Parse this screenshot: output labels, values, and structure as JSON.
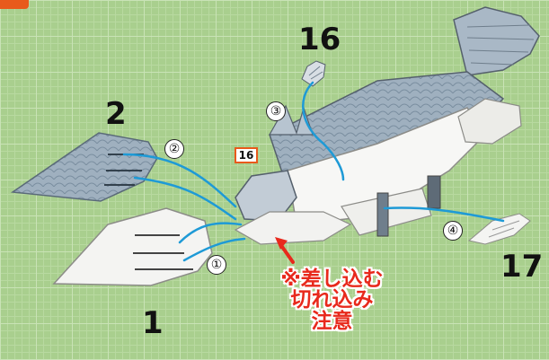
{
  "parts": {
    "p1": "1",
    "p2": "2",
    "p16": "16",
    "p17": "17"
  },
  "steps": {
    "s1": "①",
    "s2": "②",
    "s3": "③",
    "s4": "④"
  },
  "part_tag": "16",
  "note": {
    "line1": "※差し込む",
    "line2": "切れ込み",
    "line3": "注意"
  },
  "colors": {
    "mat_green": "#a9cf8e",
    "guide_line": "#1e9ad6",
    "note_red": "#e8291c",
    "badge_orange": "#e85a1c"
  }
}
